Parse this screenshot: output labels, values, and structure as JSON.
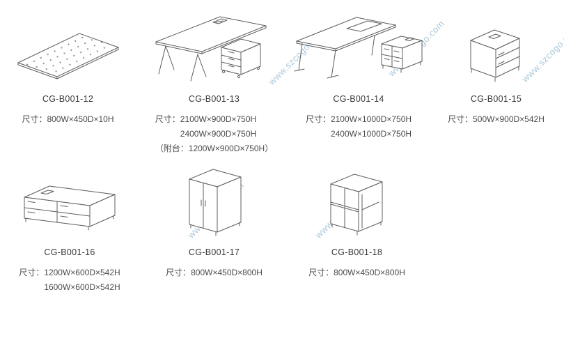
{
  "watermark": {
    "text": "www.szcogo.com"
  },
  "products": [
    {
      "code": "CG-B001-12",
      "drawing": "perforated-desk-mat",
      "dims": [
        "尺寸：800W×450D×10H"
      ]
    },
    {
      "code": "CG-B001-13",
      "drawing": "l-shaped-desk-with-pedestal",
      "dims": [
        "尺寸：2100W×900D×750H",
        "2400W×900D×750H",
        "（附台：1200W×900D×750H）"
      ]
    },
    {
      "code": "CG-B001-14",
      "drawing": "executive-desk-with-side-cabinet",
      "dims": [
        "尺寸：2100W×1000D×750H",
        "2400W×1000D×750H"
      ]
    },
    {
      "code": "CG-B001-15",
      "drawing": "mobile-pedestal-cabinet",
      "dims": [
        "尺寸：500W×900D×542H"
      ]
    },
    {
      "code": "CG-B001-16",
      "drawing": "low-four-drawer-credenza",
      "dims": [
        "尺寸：1200W×600D×542H",
        "1600W×600D×542H"
      ]
    },
    {
      "code": "CG-B001-17",
      "drawing": "two-door-cabinet",
      "dims": [
        "尺寸：800W×450D×800H"
      ]
    },
    {
      "code": "CG-B001-18",
      "drawing": "open-shelf-cabinet",
      "dims": [
        "尺寸：800W×450D×800H"
      ]
    }
  ]
}
